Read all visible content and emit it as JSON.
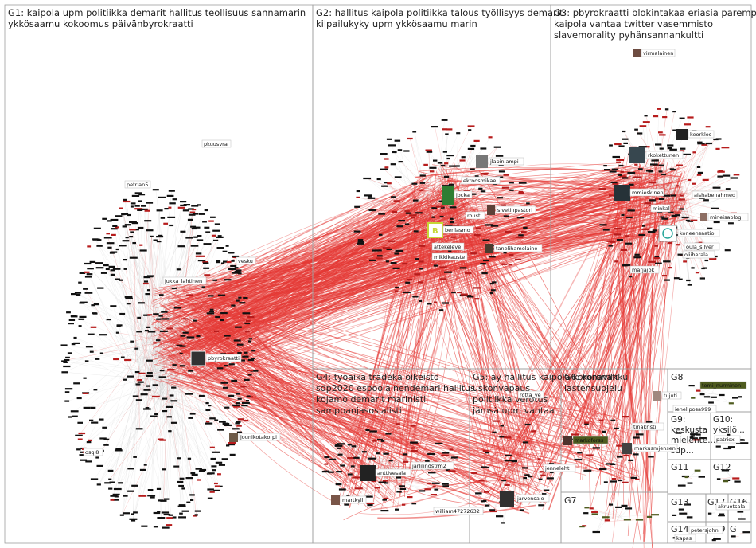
{
  "colors": {
    "edge": "#e53935",
    "edge_faint": "#c7c7c7",
    "node": "#111111",
    "node_red": "#b71c1c",
    "node_olive": "#4e5b1f",
    "frame": "#9e9e9e"
  },
  "groups": [
    {
      "id": "G1",
      "lines": [
        "G1: kaipola upm politiikka demarit hallitus teollisuus sannamarin",
        "ykkösaamu kokoomus päivänbyrokraatti"
      ]
    },
    {
      "id": "G2",
      "lines": [
        "G2: hallitus kaipola politiikka talous työllisyys demarit",
        "kilpailukyky upm ykkösaamu marin"
      ]
    },
    {
      "id": "G3",
      "lines": [
        "G3: pbyrokraatti blokintakaa eriasia parempaa",
        "kaipola vantaa twitter vasemmisto",
        "slavemorality pyhänsannankultti"
      ]
    },
    {
      "id": "G4",
      "lines": [
        "G4: työaika tradeka oikeisto",
        "sdp2020 espoolainendemari hallitus",
        "kojamo demarit marinisti",
        "samppanjasosialisti"
      ]
    },
    {
      "id": "G5",
      "lines": [
        "G5: ay hallitus kaipola koronavilkku",
        "uskonvapaus",
        "politiikka verotus",
        "jämsä upm vantaa"
      ]
    },
    {
      "id": "G6",
      "lines": [
        "G6: koronafi",
        "lastensuojelu"
      ]
    },
    {
      "id": "G7",
      "lines": [
        "G7"
      ]
    },
    {
      "id": "G8",
      "lines": [
        "G8"
      ]
    },
    {
      "id": "G9",
      "lines": [
        "G9:",
        "keskusta",
        "mielente...",
        "sdp..."
      ]
    },
    {
      "id": "G10",
      "lines": [
        "G10:",
        "yksilö..."
      ]
    },
    {
      "id": "G11",
      "lines": [
        "G11"
      ]
    },
    {
      "id": "G12",
      "lines": [
        "G12"
      ]
    },
    {
      "id": "G13",
      "lines": [
        "G13"
      ]
    },
    {
      "id": "G14",
      "lines": [
        "G14"
      ]
    },
    {
      "id": "G16",
      "lines": [
        "G16"
      ]
    },
    {
      "id": "G17",
      "lines": [
        "G17"
      ]
    },
    {
      "id": "G19",
      "lines": [
        "G19"
      ]
    },
    {
      "id": "G",
      "lines": [
        "G"
      ]
    }
  ],
  "nodes": [
    {
      "id": "pkuusvra",
      "label": "pkuusvra",
      "img": false
    },
    {
      "id": "petrian5",
      "label": "petrian5",
      "img": false
    },
    {
      "id": "vesku",
      "label": "vesku",
      "img": false
    },
    {
      "id": "jukka_lahtinen",
      "label": "jukka_lahtinen",
      "img": false
    },
    {
      "id": "pbyrokraatti",
      "label": "pbyrokraatti",
      "img": true
    },
    {
      "id": "jounikotakorpi",
      "label": "jounikotakorpi",
      "img": true
    },
    {
      "id": "osqi8",
      "label": "osqi8",
      "img": false
    },
    {
      "id": "jlapinlampi",
      "label": "jlapinlampi",
      "img": true
    },
    {
      "id": "ekroosmikael",
      "label": "ekroosmikael",
      "img": false
    },
    {
      "id": "jocka",
      "label": "jocka",
      "img": true
    },
    {
      "id": "sivetinpastori",
      "label": "sivetinpastori",
      "img": true
    },
    {
      "id": "roust",
      "label": "roust",
      "img": false
    },
    {
      "id": "benlasmo",
      "label": "benlasmo",
      "img": false
    },
    {
      "id": "attekeleve",
      "label": "attekeleve",
      "img": false
    },
    {
      "id": "tanelihamelaine",
      "label": "tanelihamelaine",
      "img": true
    },
    {
      "id": "mikkikauste",
      "label": "mikkikauste",
      "img": false
    },
    {
      "id": "virmalainen",
      "label": "virmalainen",
      "img": true
    },
    {
      "id": "keorklos",
      "label": "keorklos",
      "img": true
    },
    {
      "id": "rkokettunen",
      "label": "rkokettunen",
      "img": true
    },
    {
      "id": "mmieskinen",
      "label": "mmieskinen",
      "img": true
    },
    {
      "id": "aishabenahmed",
      "label": "aishabenahmed",
      "img": false
    },
    {
      "id": "minkal",
      "label": "minkal",
      "img": false
    },
    {
      "id": "mineisablogi",
      "label": "mineisablogi",
      "img": true
    },
    {
      "id": "koneensaatio",
      "label": "koneensaatio",
      "img": true
    },
    {
      "id": "oula_silver",
      "label": "oula_silver",
      "img": false
    },
    {
      "id": "oliiherala",
      "label": "oliiherala",
      "img": false
    },
    {
      "id": "marjajok",
      "label": "marjajok",
      "img": false
    },
    {
      "id": "rotta_ve",
      "label": "rotta_ve",
      "img": false
    },
    {
      "id": "tujuti",
      "label": "tujuti",
      "img": true
    },
    {
      "id": "tomi_nurminen",
      "label": "tomi_nurminen",
      "img": false
    },
    {
      "id": "ieheliposa999",
      "label": "ieheliposa999",
      "img": false
    },
    {
      "id": "markoforss",
      "label": "markoforss",
      "img": true
    },
    {
      "id": "markusmjensen",
      "label": "markusmjensen",
      "img": true
    },
    {
      "id": "jenneleht",
      "label": "jenneleht",
      "img": false
    },
    {
      "id": "jarvensalo",
      "label": "jarvensalo",
      "img": true
    },
    {
      "id": "martkyll",
      "label": "martkyll",
      "img": false
    },
    {
      "id": "william47272632",
      "label": "william47272632",
      "img": false
    },
    {
      "id": "jarlilindstrm2",
      "label": "jarlilindstrm2",
      "img": false
    },
    {
      "id": "anttivesala",
      "label": "anttivesala",
      "img": false
    },
    {
      "id": "patriox",
      "label": "patriox",
      "img": false
    },
    {
      "id": "akruotsala",
      "label": "akruotsala",
      "img": false
    },
    {
      "id": "petersjohn",
      "label": "petersjohn",
      "img": false
    },
    {
      "id": "tinakristi",
      "label": "tinakristi",
      "img": false
    },
    {
      "id": "kapas",
      "label": "kapas",
      "img": false
    }
  ]
}
